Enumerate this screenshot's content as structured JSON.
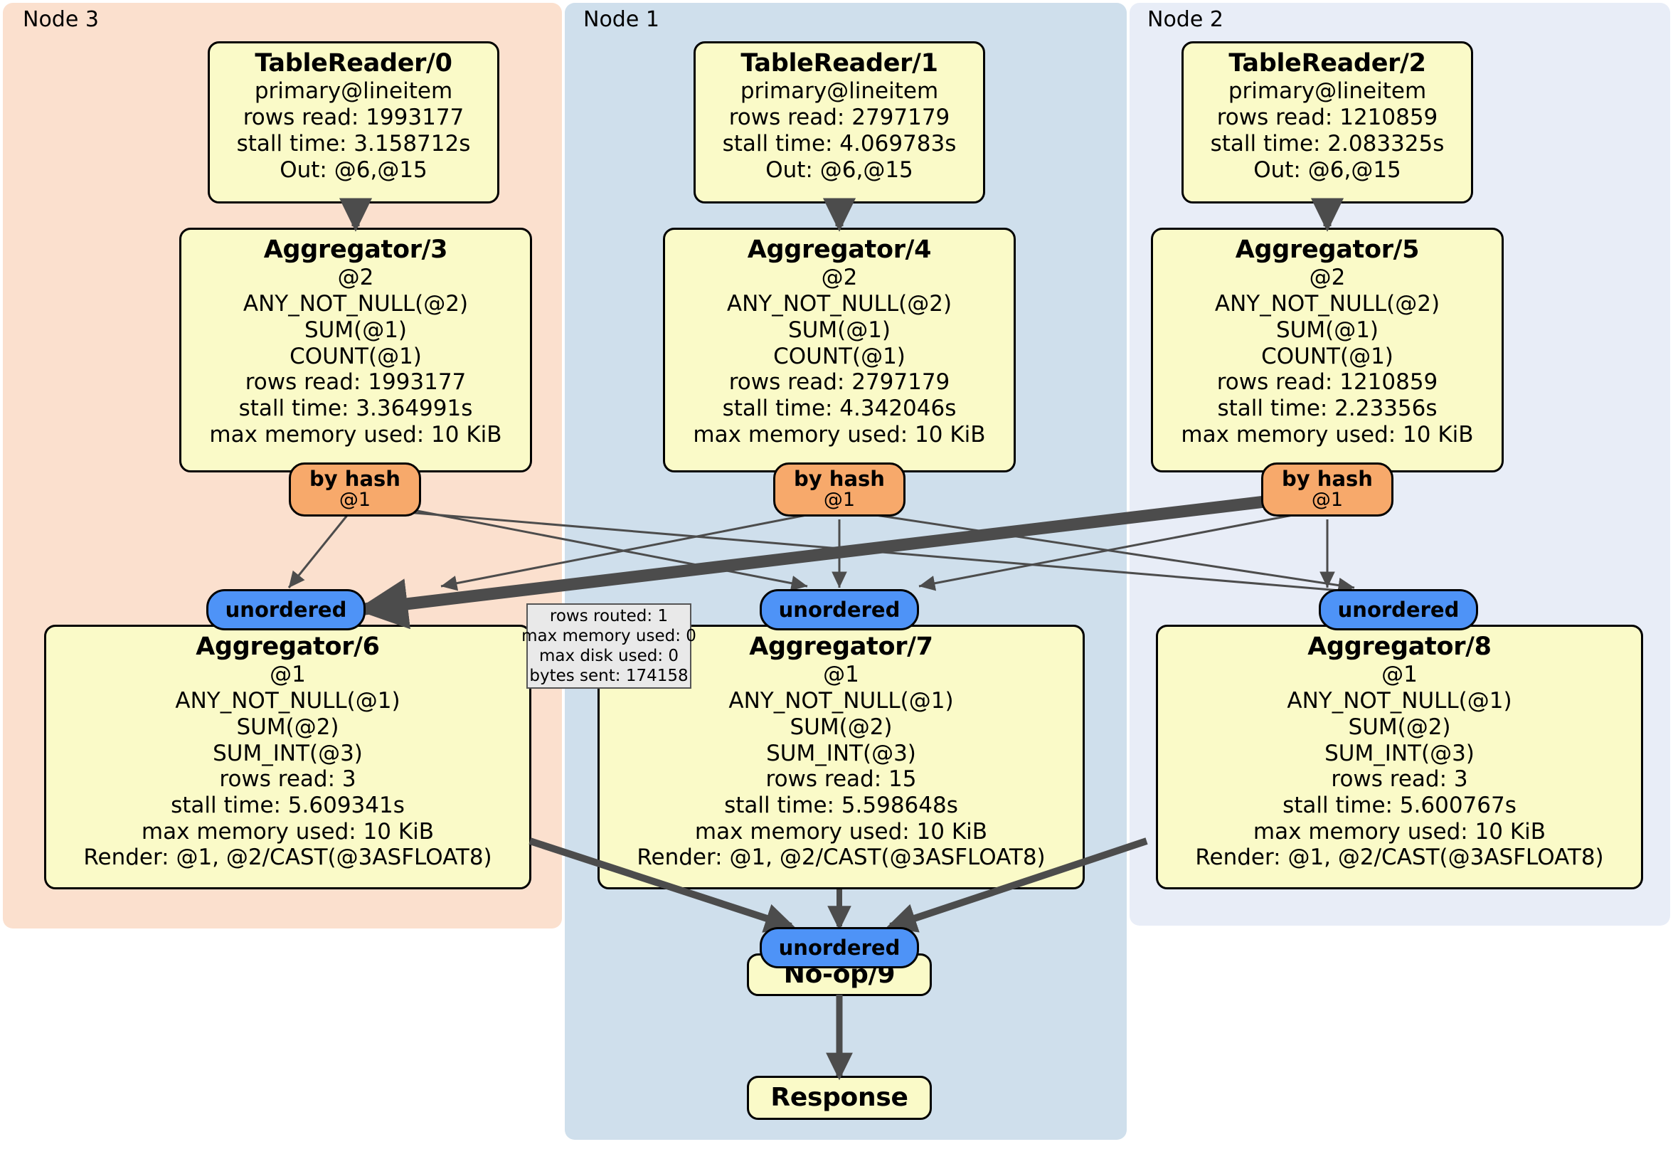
{
  "clusters": [
    {
      "label": "Node 3",
      "color": "#FBE0CE"
    },
    {
      "label": "Node 1",
      "color": "#CFDFEC"
    },
    {
      "label": "Node 2",
      "color": "#E8EDF7"
    }
  ],
  "colors": {
    "box_fill": "#FAFAC8",
    "box_stroke": "#000000",
    "hash_badge": "#F7A96B",
    "unordered_badge": "#4E93F7",
    "edge": "#4C4C4C",
    "stats_fill": "#E9E9E9",
    "node3_panel": "#FBE0CE",
    "node1_panel": "#CFDFEC",
    "node2_panel": "#E8EDF7"
  },
  "readers": [
    {
      "title": "TableReader/0",
      "lines": [
        "primary@lineitem",
        "rows read: 1993177",
        "stall time: 3.158712s",
        "Out: @6,@15"
      ]
    },
    {
      "title": "TableReader/1",
      "lines": [
        "primary@lineitem",
        "rows read: 2797179",
        "stall time: 4.069783s",
        "Out: @6,@15"
      ]
    },
    {
      "title": "TableReader/2",
      "lines": [
        "primary@lineitem",
        "rows read: 1210859",
        "stall time: 2.083325s",
        "Out: @6,@15"
      ]
    }
  ],
  "aggregators_mid": [
    {
      "title": "Aggregator/3",
      "lines": [
        "@2",
        "ANY_NOT_NULL(@2)",
        "SUM(@1)",
        "COUNT(@1)",
        "rows read: 1993177",
        "stall time: 3.364991s",
        "max memory used: 10 KiB"
      ]
    },
    {
      "title": "Aggregator/4",
      "lines": [
        "@2",
        "ANY_NOT_NULL(@2)",
        "SUM(@1)",
        "COUNT(@1)",
        "rows read: 2797179",
        "stall time: 4.342046s",
        "max memory used: 10 KiB"
      ]
    },
    {
      "title": "Aggregator/5",
      "lines": [
        "@2",
        "ANY_NOT_NULL(@2)",
        "SUM(@1)",
        "COUNT(@1)",
        "rows read: 1210859",
        "stall time: 2.23356s",
        "max memory used: 10 KiB"
      ]
    }
  ],
  "aggregators_bottom": [
    {
      "title": "Aggregator/6",
      "lines": [
        "@1",
        "ANY_NOT_NULL(@1)",
        "SUM(@2)",
        "SUM_INT(@3)",
        "rows read: 3",
        "stall time: 5.609341s",
        "max memory used: 10 KiB",
        "Render: @1, @2/CAST(@3ASFLOAT8)"
      ]
    },
    {
      "title": "Aggregator/7",
      "lines": [
        "@1",
        "ANY_NOT_NULL(@1)",
        "SUM(@2)",
        "SUM_INT(@3)",
        "rows read: 15",
        "stall time: 5.598648s",
        "max memory used: 10 KiB",
        "Render: @1, @2/CAST(@3ASFLOAT8)"
      ]
    },
    {
      "title": "Aggregator/8",
      "lines": [
        "@1",
        "ANY_NOT_NULL(@1)",
        "SUM(@2)",
        "SUM_INT(@3)",
        "rows read: 3",
        "stall time: 5.600767s",
        "max memory used: 10 KiB",
        "Render: @1, @2/CAST(@3ASFLOAT8)"
      ]
    }
  ],
  "hash_badges": [
    {
      "label": "by hash",
      "sub": "@1"
    },
    {
      "label": "by hash",
      "sub": "@1"
    },
    {
      "label": "by hash",
      "sub": "@1"
    }
  ],
  "unordered_badges": [
    {
      "label": "unordered"
    },
    {
      "label": "unordered"
    },
    {
      "label": "unordered"
    },
    {
      "label": "unordered"
    }
  ],
  "stats_box": {
    "rows": [
      "rows routed: 1",
      "max memory used: 0",
      "max disk used: 0",
      "bytes sent: 174158"
    ]
  },
  "terminal": {
    "noop": "No-op/9",
    "response": "Response"
  }
}
